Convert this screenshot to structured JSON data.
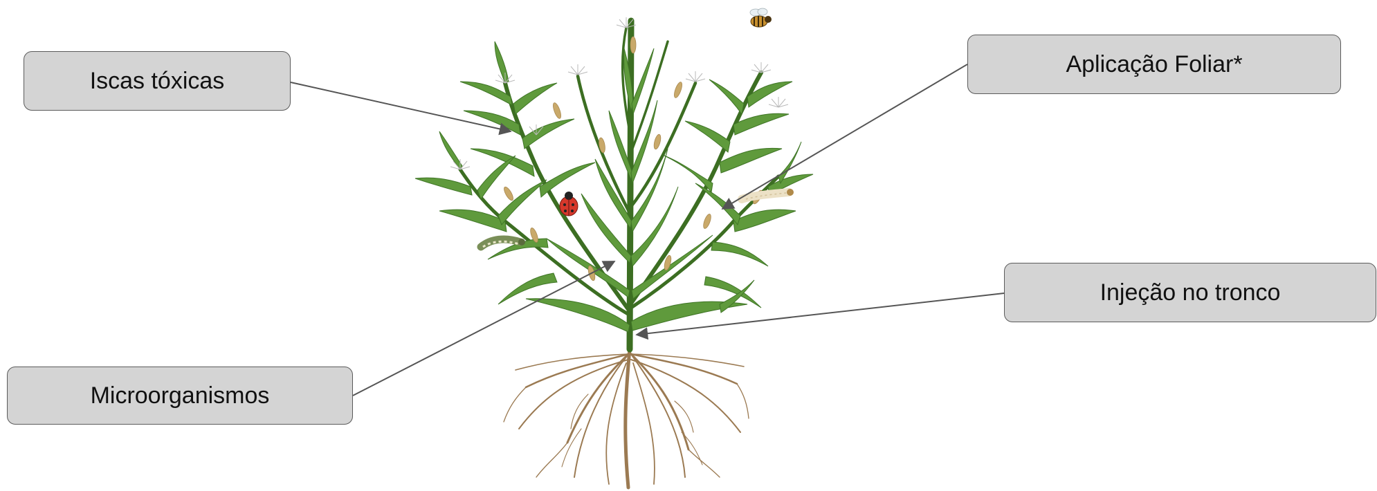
{
  "labels": {
    "iscas": "Iscas tóxicas",
    "foliar": "Aplicação Foliar*",
    "injecao": "Injeção no tronco",
    "micro": "Microorganismos"
  },
  "colors": {
    "box_fill": "#d4d4d4",
    "box_border": "#5a5a5a",
    "arrow": "#555555",
    "leaf": "#5f9a3c",
    "leaf_dark": "#3f7526",
    "stem": "#3c6e22",
    "root": "#9b7a52",
    "ladybug": "#d6382b",
    "bee": "#c8902e"
  },
  "icons": [
    "plant-illustration",
    "bee-icon",
    "ladybug-icon",
    "caterpillar-icon",
    "larva-icon"
  ]
}
